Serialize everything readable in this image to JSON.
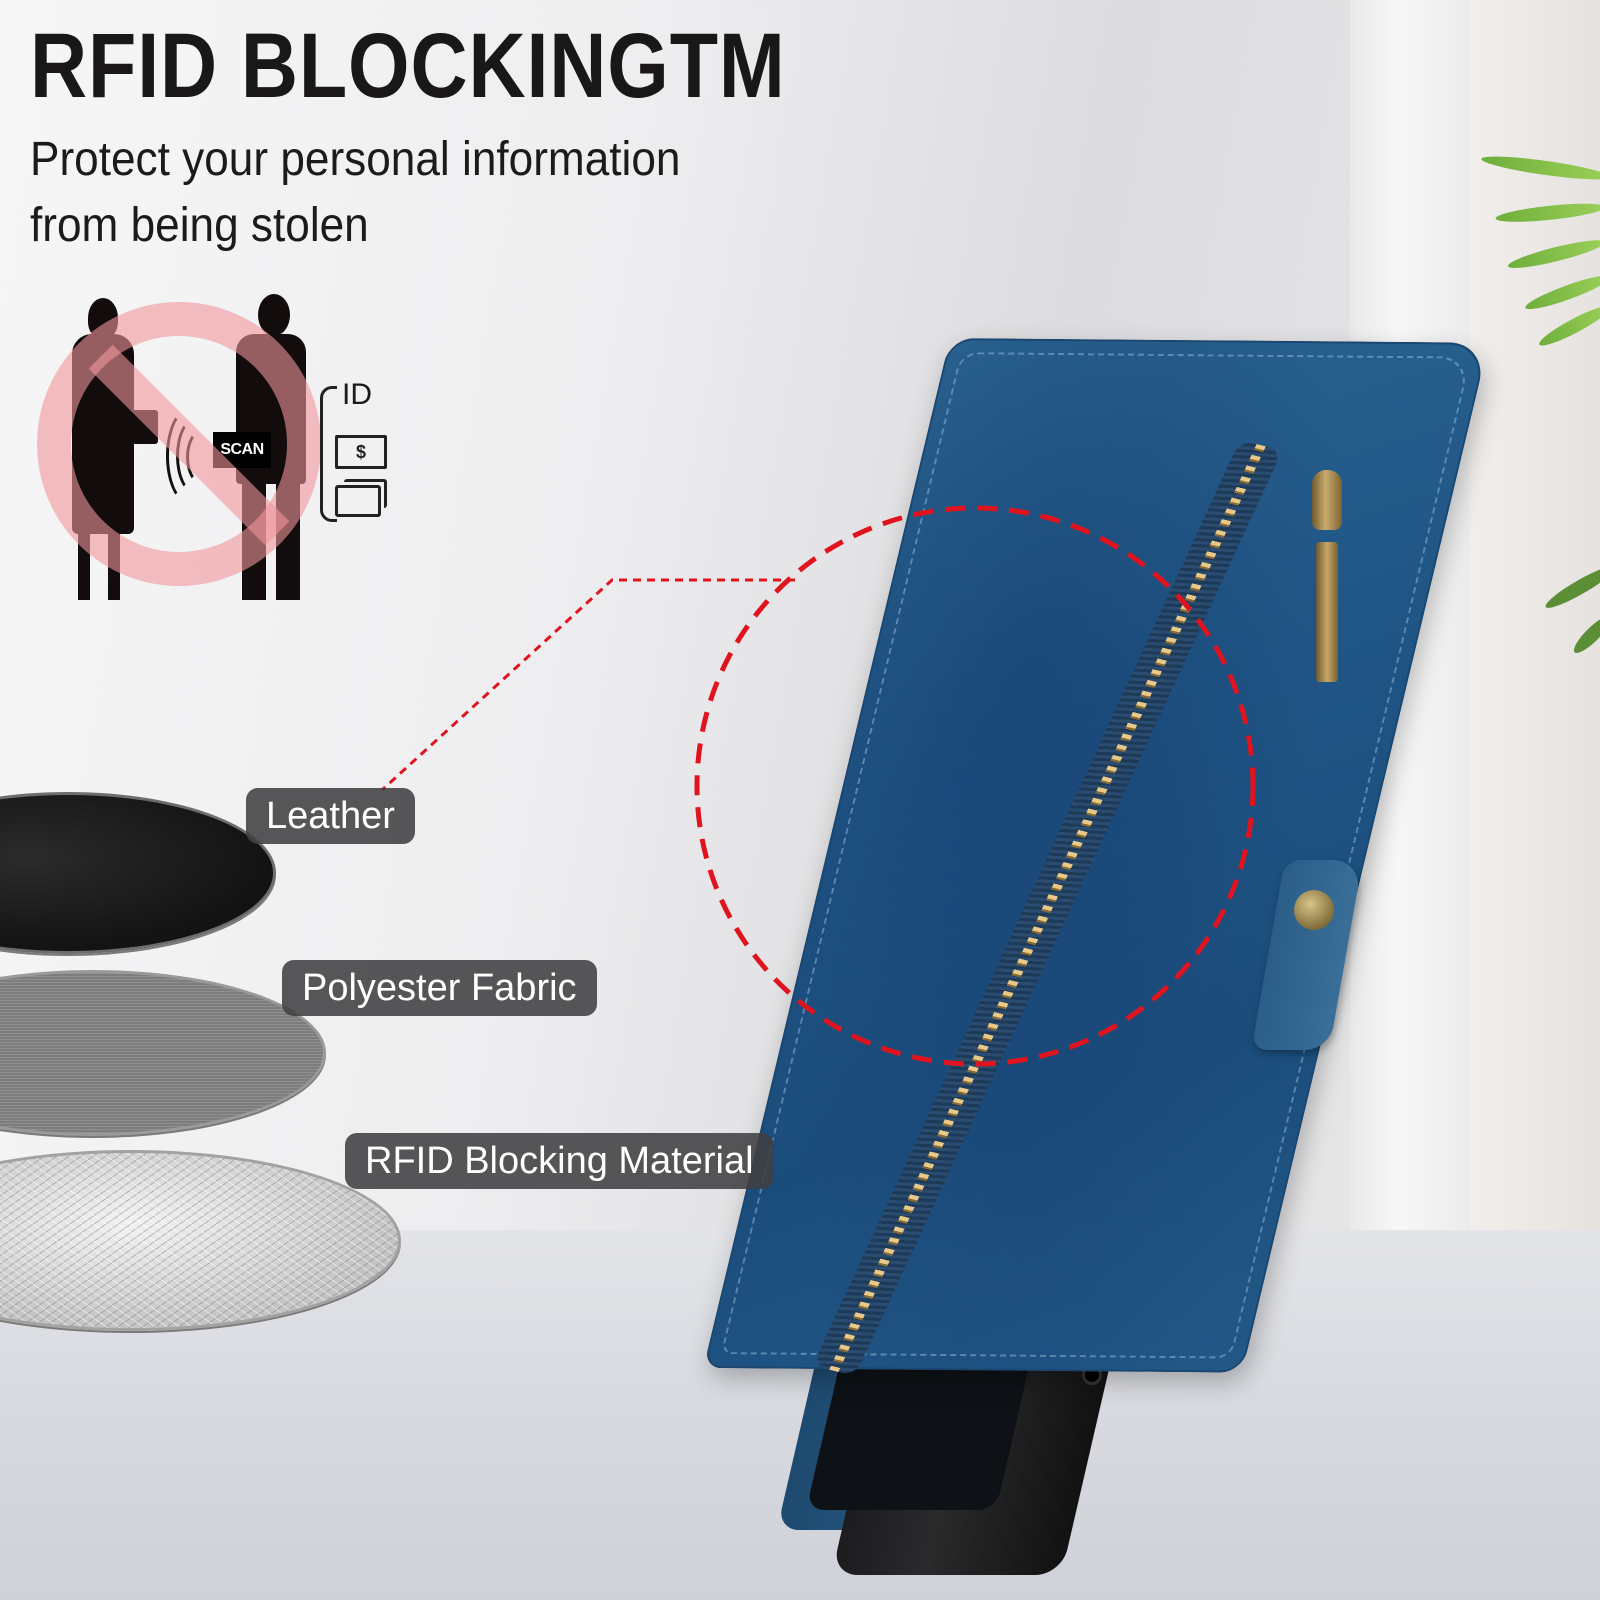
{
  "headline": {
    "title": "RFID BLOCKINGTM",
    "subtitle_line1": "Protect your personal information",
    "subtitle_line2": "from being stolen"
  },
  "illustration": {
    "scan_label": "SCAN",
    "id_label": "ID",
    "cash_symbol": "$",
    "icons": [
      "no-entry-icon",
      "woman-silhouette-icon",
      "man-silhouette-icon",
      "wireless-signal-icon",
      "cash-icon",
      "credit-card-icon"
    ]
  },
  "layers": [
    {
      "label": "Leather",
      "color": "#1a1818"
    },
    {
      "label": "Polyester Fabric",
      "color": "#848484"
    },
    {
      "label": "RFID Blocking Material",
      "color": "#d6d6d6"
    }
  ],
  "colors": {
    "wallet_blue": "#1f5585",
    "callout_red": "#e0141e",
    "label_pill": "#404042",
    "zipper_gold": "#c9aa6b"
  }
}
